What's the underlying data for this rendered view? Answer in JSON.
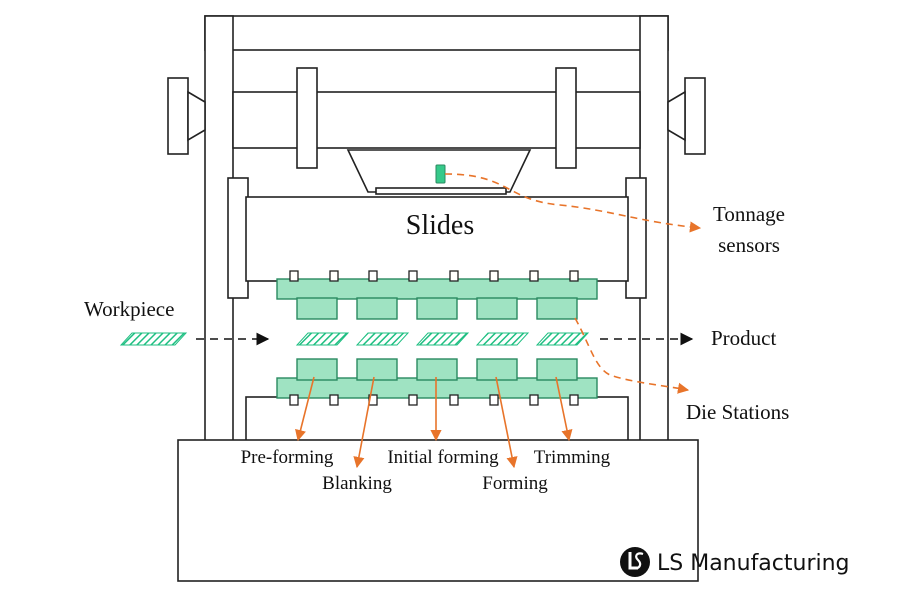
{
  "labels": {
    "slides": "Slides",
    "tonnage_line1": "Tonnage",
    "tonnage_line2": "sensors",
    "workpiece": "Workpiece",
    "product": "Product",
    "die_stations": "Die Stations",
    "pre_forming": "Pre-forming",
    "blanking": "Blanking",
    "initial_forming": "Initial forming",
    "forming": "Forming",
    "trimming": "Trimming"
  },
  "brand": {
    "name": "LS Manufacturing",
    "logo_icon": "ls-logo-icon"
  },
  "colors": {
    "line": "#222222",
    "die_fill": "#9fe3c2",
    "die_stroke": "#2a8a60",
    "accent": "#e8742a",
    "sensor": "#36c98a",
    "stripe": "#1fbf82"
  }
}
